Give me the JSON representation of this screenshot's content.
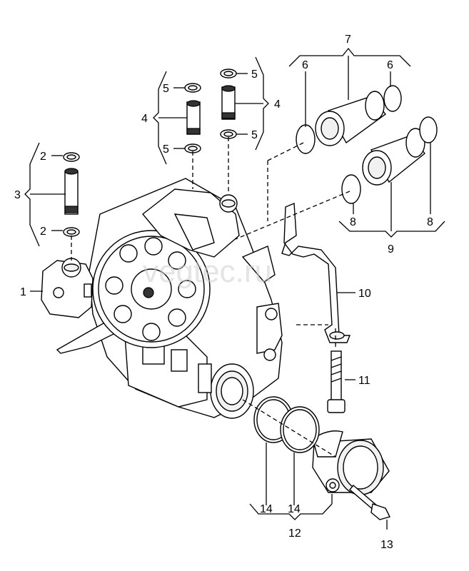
{
  "diagram": {
    "watermark": "vegtec.ru",
    "callouts": [
      {
        "id": "c1",
        "text": "1"
      },
      {
        "id": "c2a",
        "text": "2"
      },
      {
        "id": "c2b",
        "text": "2"
      },
      {
        "id": "c3",
        "text": "3"
      },
      {
        "id": "c4a",
        "text": "4"
      },
      {
        "id": "c4b",
        "text": "4"
      },
      {
        "id": "c5a",
        "text": "5"
      },
      {
        "id": "c5b",
        "text": "5"
      },
      {
        "id": "c5c",
        "text": "5"
      },
      {
        "id": "c5d",
        "text": "5"
      },
      {
        "id": "c6a",
        "text": "6"
      },
      {
        "id": "c6b",
        "text": "6"
      },
      {
        "id": "c7",
        "text": "7"
      },
      {
        "id": "c8a",
        "text": "8"
      },
      {
        "id": "c8b",
        "text": "8"
      },
      {
        "id": "c9",
        "text": "9"
      },
      {
        "id": "c10",
        "text": "10"
      },
      {
        "id": "c11",
        "text": "11"
      },
      {
        "id": "c12",
        "text": "12"
      },
      {
        "id": "c13",
        "text": "13"
      },
      {
        "id": "c14a",
        "text": "14"
      },
      {
        "id": "c14b",
        "text": "14"
      }
    ]
  }
}
